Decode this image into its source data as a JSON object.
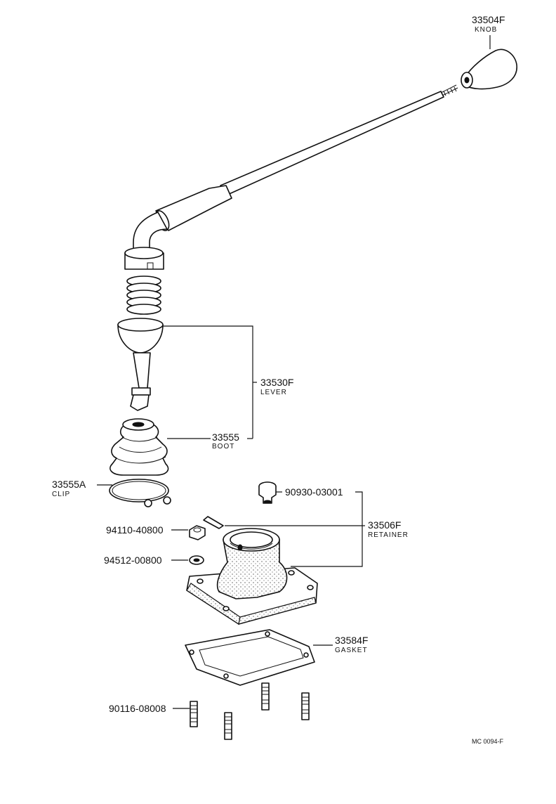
{
  "labels": {
    "knob": {
      "part_no": "33504F",
      "name": "KNOB"
    },
    "lever": {
      "part_no": "33530F",
      "name": "LEVER"
    },
    "boot": {
      "part_no": "33555",
      "name": "BOOT"
    },
    "clip": {
      "part_no": "33555A",
      "name": "CLIP"
    },
    "plug": {
      "part_no": "90930-03001"
    },
    "retainer": {
      "part_no": "33506F",
      "name": "RETAINER"
    },
    "nut": {
      "part_no": "94110-40800"
    },
    "washer": {
      "part_no": "94512-00800"
    },
    "gasket": {
      "part_no": "33584F",
      "name": "GASKET"
    },
    "stud": {
      "part_no": "90116-08008"
    }
  },
  "reference": "MC 0094-F"
}
